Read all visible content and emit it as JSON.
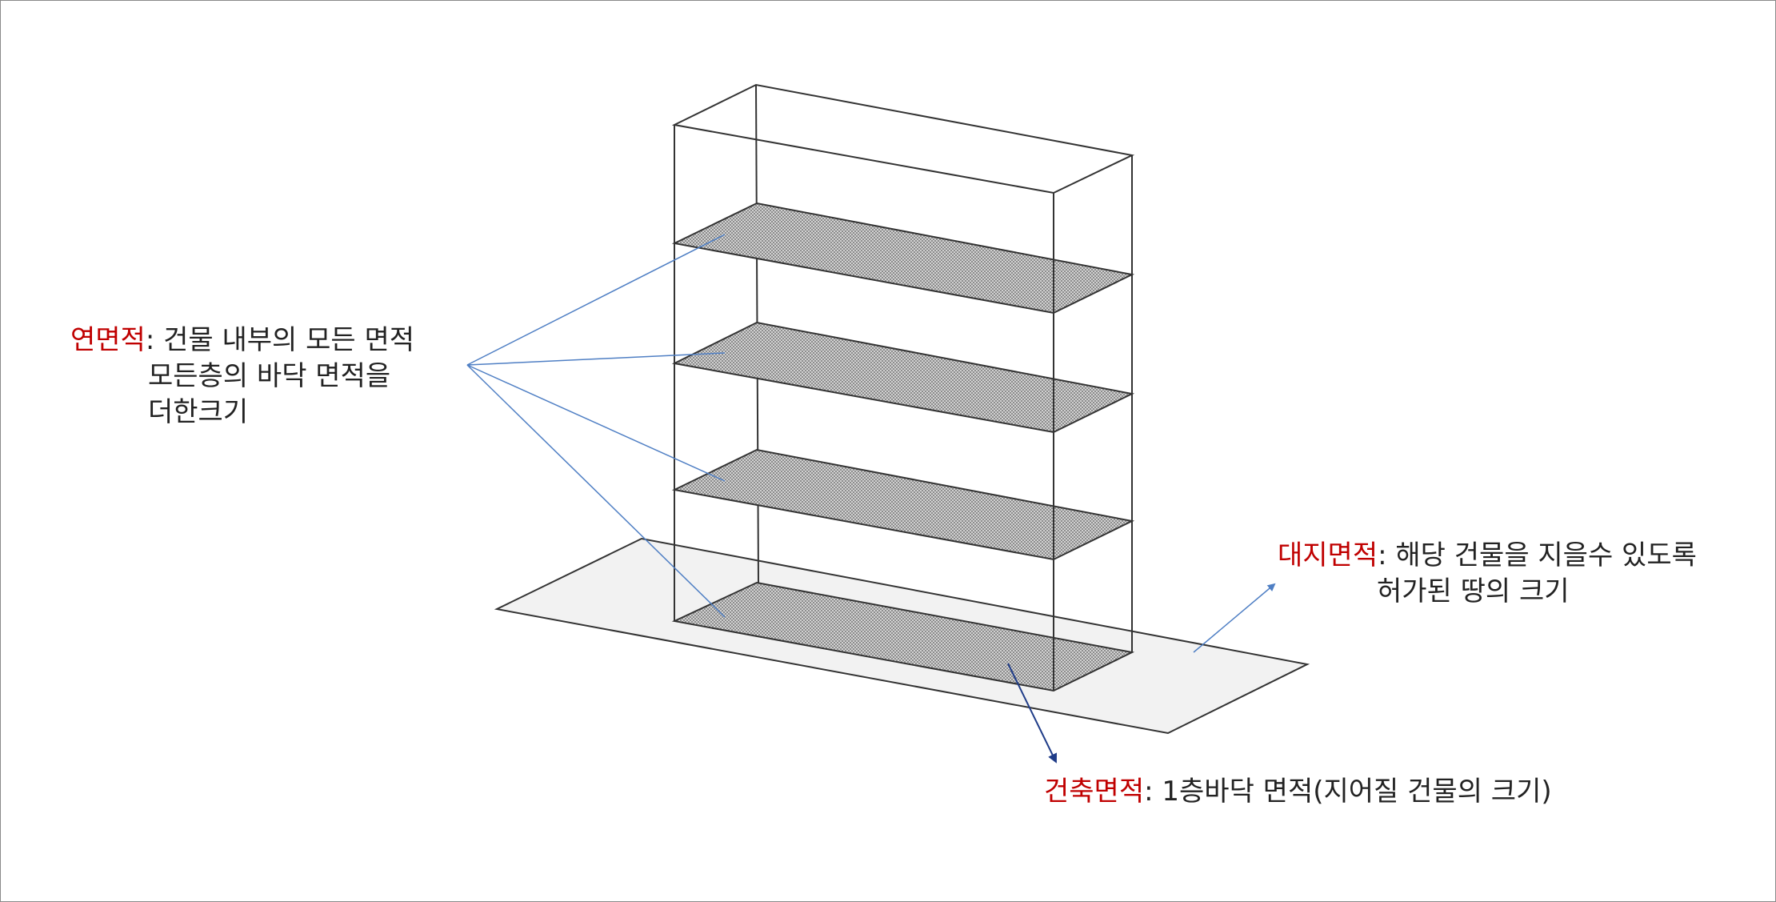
{
  "labels": {
    "gross_floor_area": {
      "term": "연면적",
      "separator": ": ",
      "line1": "건물 내부의 모든 면적",
      "line2": "모든층의 바닥 면적을",
      "line3": "더한크기"
    },
    "site_area": {
      "term": "대지면적",
      "separator": ": ",
      "line1": "해당 건물을 지을수 있도록",
      "line2": "허가된 땅의 크기"
    },
    "building_area": {
      "term": "건축면적",
      "separator": ": ",
      "line1": "1층바닥 면적(지어질 건물의 크기)"
    }
  },
  "colors": {
    "term": "#c00000",
    "text": "#222222",
    "leader_light": "#4f7fc4",
    "leader_dark": "#1f3c88",
    "site_fill": "#f2f2f2",
    "floor_fill": "#bdbdbd",
    "edge": "#333333"
  }
}
